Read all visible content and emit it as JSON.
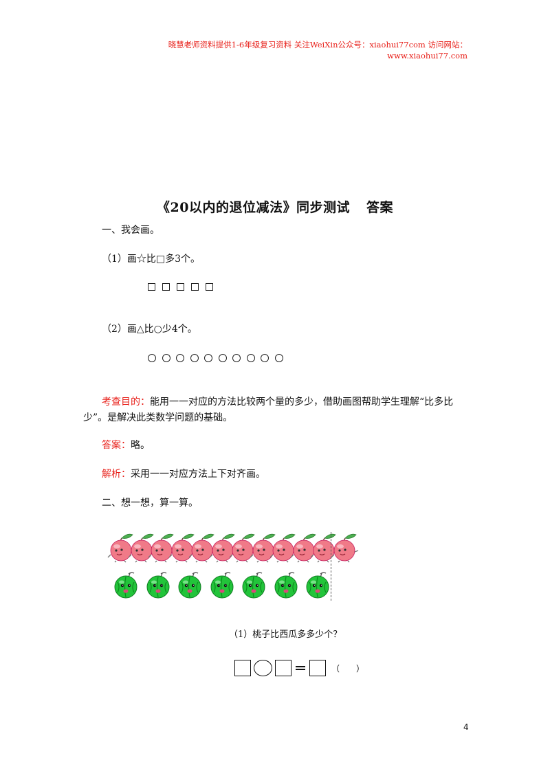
{
  "header": {
    "line1": "晓慧老师资料提供1-6年级复习资料 关注WeiXin公众号：xiaohui77com  访问网站：",
    "line2": "www.xiaohui77.com"
  },
  "title": {
    "main": "《20以内的退位减法》同步测试",
    "suffix": "答案"
  },
  "section1": {
    "heading": "一、我会画。",
    "q1": "（1）画☆比□多3个。",
    "q1_squares": 5,
    "q2": "（2）画△比○少4个。",
    "q2_circles": 10
  },
  "analysis": {
    "purpose_label": "考查目的：",
    "purpose_text1": "能用一一对应的方法比较两个量的多少，借助画图帮助学生理解“比多比",
    "purpose_text2": "少”。是解决此类数学问题的基础。",
    "answer_label": "答案：",
    "answer_text": "略。",
    "explain_label": "解析：",
    "explain_text": "采用一一对应方法上下对齐画。"
  },
  "section2": {
    "heading": "二、想一想，算一算。",
    "peaches": 12,
    "watermelons": 7,
    "q1": "（1）桃子比西瓜多多少个？",
    "paren": "（　　）"
  },
  "colors": {
    "accent_red": "#e8201a",
    "peach": "#f07a88",
    "leaf": "#4caf50",
    "melon": "#22c43a"
  },
  "page_number": "4"
}
